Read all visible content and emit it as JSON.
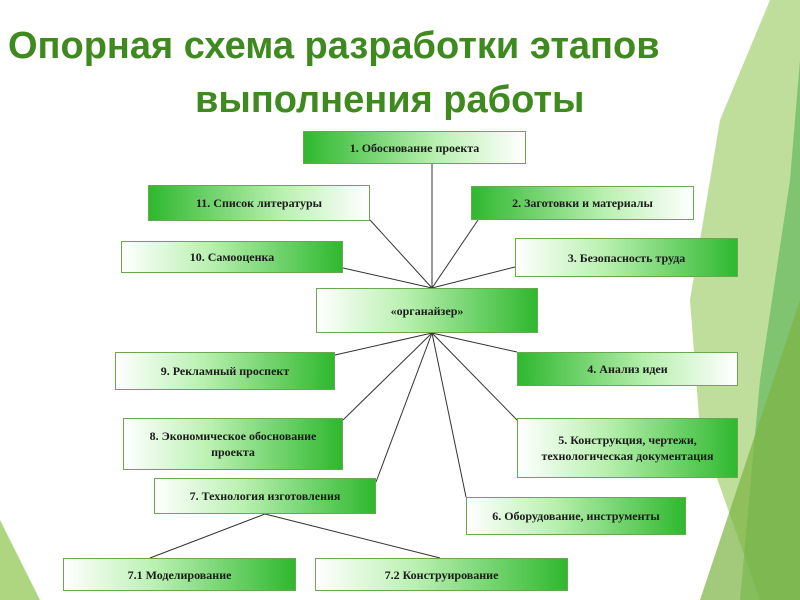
{
  "title": {
    "line1": "Опорная схема разработки этапов",
    "line2": "выполнения работы"
  },
  "nodes": {
    "center": "«органайзер»",
    "n1": "1. Обоснование проекта",
    "n2": "2. Заготовки и материалы",
    "n3": "3. Безопасность труда",
    "n4": "4. Анализ идеи",
    "n5": "5. Конструкция, чертежи, технологическая документация",
    "n6": "6. Оборудование, инструменты",
    "n7": "7. Технология изготовления",
    "n7_1": "7.1 Моделирование",
    "n7_2": "7.2 Конструирование",
    "n8": "8. Экономическое обоснование проекта",
    "n9": "9. Рекламный проспект",
    "n10": "10. Самооценка",
    "n11": "11. Список литературы"
  },
  "colors": {
    "title": "#3f8a1f",
    "box_dark": "#2fb82f",
    "box_light": "#ffffff"
  }
}
